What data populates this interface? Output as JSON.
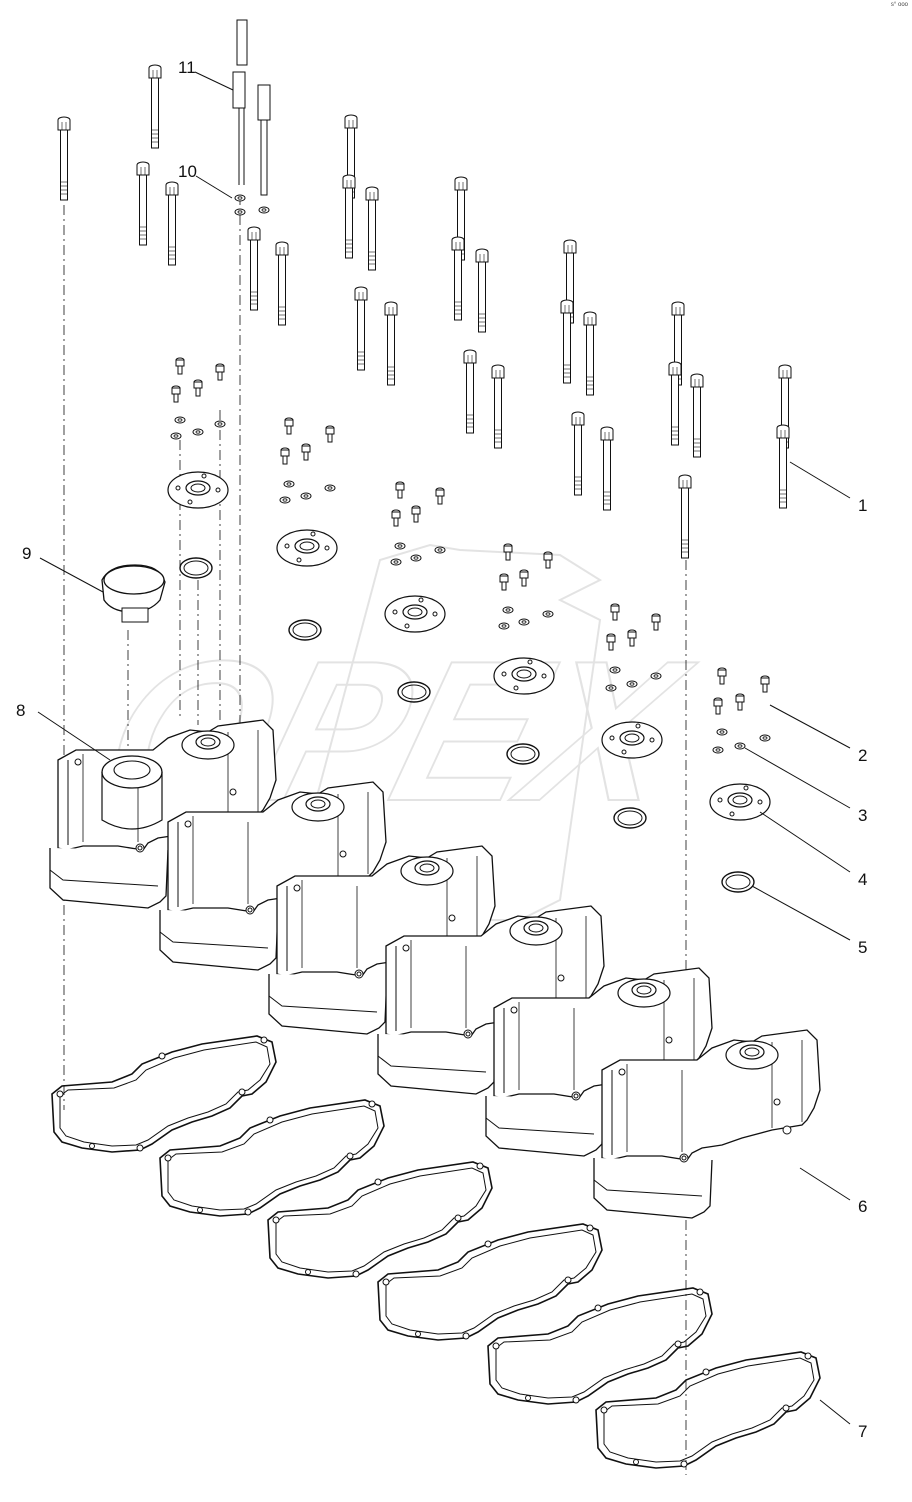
{
  "diagram": {
    "corner_code": "s° ooo",
    "watermark_text": "OPEX",
    "callouts": [
      {
        "id": "1",
        "label": "1"
      },
      {
        "id": "2",
        "label": "2"
      },
      {
        "id": "3",
        "label": "3"
      },
      {
        "id": "4",
        "label": "4"
      },
      {
        "id": "5",
        "label": "5"
      },
      {
        "id": "6",
        "label": "6"
      },
      {
        "id": "7",
        "label": "7"
      },
      {
        "id": "8",
        "label": "8"
      },
      {
        "id": "9",
        "label": "9"
      },
      {
        "id": "10",
        "label": "10"
      },
      {
        "id": "11",
        "label": "11"
      }
    ],
    "line_color": "#111111",
    "watermark_color": "#c8c8c8"
  }
}
